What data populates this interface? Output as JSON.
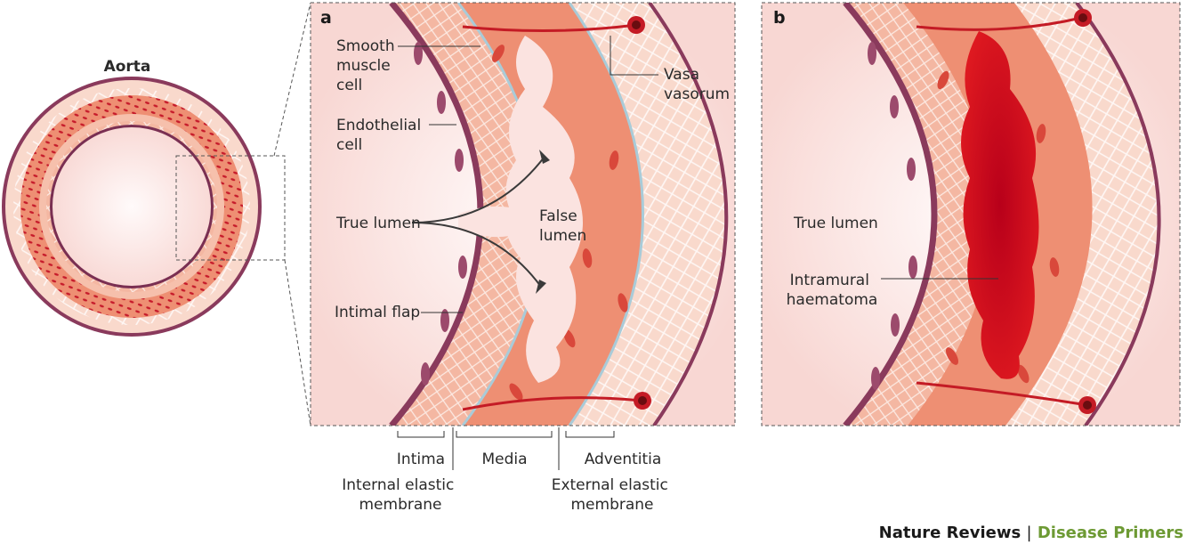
{
  "figure": {
    "aorta_label": "Aorta",
    "panel_a_letter": "a",
    "panel_b_letter": "b",
    "labels_a": {
      "smooth_muscle": [
        "Smooth",
        "muscle",
        "cell"
      ],
      "endothelial": [
        "Endothelial",
        "cell"
      ],
      "true_lumen": "True lumen",
      "false_lumen": [
        "False",
        "lumen"
      ],
      "intimal_flap": "Intimal flap",
      "vasa_vasorum": [
        "Vasa",
        "vasorum"
      ]
    },
    "labels_b": {
      "true_lumen": "True lumen",
      "haematoma": [
        "Intramural",
        "haematoma"
      ]
    },
    "layers": {
      "intima": "Intima",
      "media": "Media",
      "adventitia": "Adventitia",
      "internal_membrane": [
        "Internal elastic",
        "membrane"
      ],
      "external_membrane": [
        "External elastic",
        "membrane"
      ]
    },
    "colors": {
      "lumen": "#fbe3e0",
      "intima": "#f6c0ac",
      "media": "#ee8f73",
      "adventitia": "#f9d9cc",
      "wall_edge": "#8a3a5c",
      "membrane": "#a9cbd8",
      "blood": "#d0101f",
      "vessel": "#c41b25"
    }
  },
  "credit": {
    "journal": "Nature Reviews",
    "separator": "|",
    "series": "Disease Primers"
  }
}
